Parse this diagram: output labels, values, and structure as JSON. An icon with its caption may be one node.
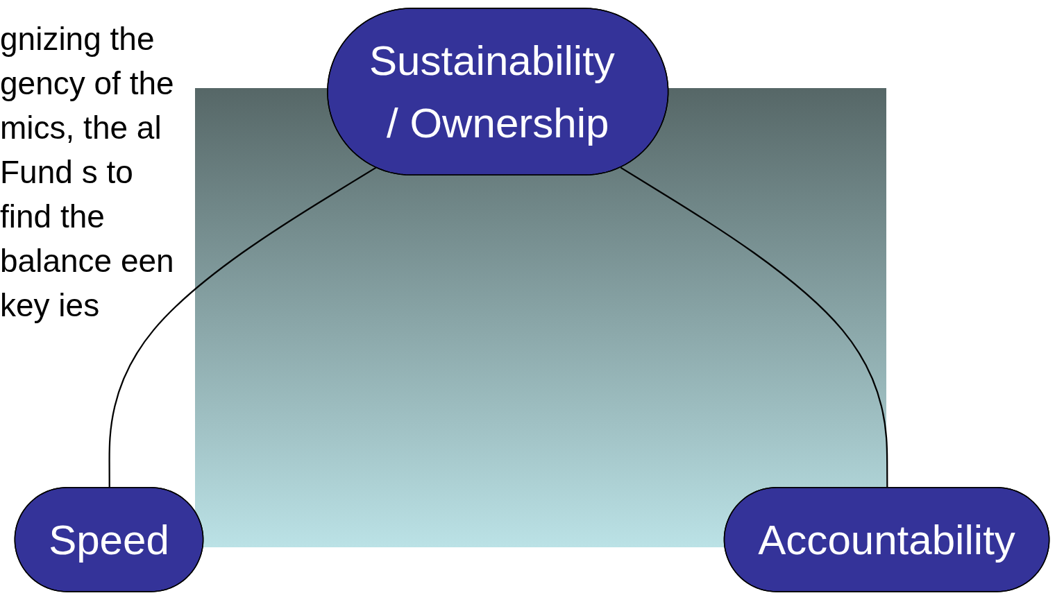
{
  "diagram": {
    "nodes": [
      {
        "text": [
          "Sustainability / Ownership"
        ]
      },
      {
        "text": [
          "Speed"
        ]
      },
      {
        "text": [
          "Accountability"
        ]
      }
    ],
    "edges": [
      {
        "from": 0,
        "to": 1,
        "arrow": "none"
      },
      {
        "from": 0,
        "to": 2,
        "arrow": "none"
      }
    ],
    "labels": [
      "gnizing the gency of the mics, the al Fund s to find the balance een key ies"
    ]
  }
}
